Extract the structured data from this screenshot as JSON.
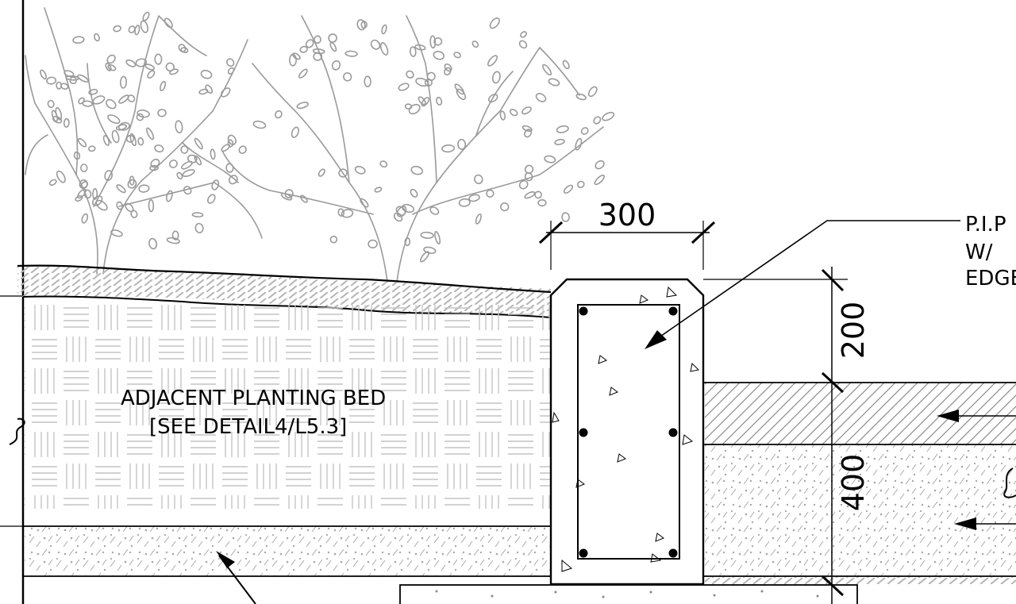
{
  "labels": {
    "bed_line1": "ADJACENT  PLANTING  BED",
    "bed_line2": "[SEE  DETAIL4/L5.3]",
    "dim_width": "300",
    "dim_top": "200",
    "dim_side": "400",
    "callout_line1": "P.I.P",
    "callout_line2": "W/",
    "callout_line3": "EDGE"
  },
  "colors": {
    "ink": "#000000",
    "tree": "#9a9a9a",
    "hatch": "#b8b8b8",
    "weave": "#c4c4c4",
    "stipple": "#9c9c9c"
  }
}
